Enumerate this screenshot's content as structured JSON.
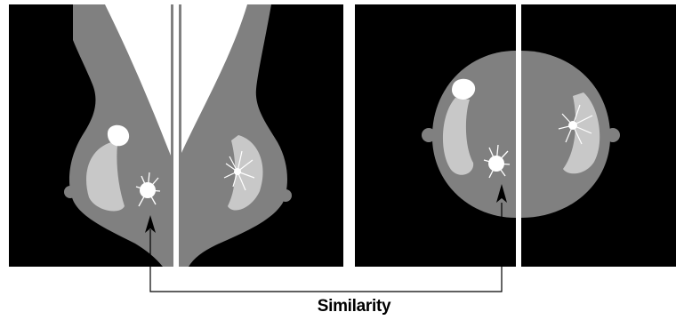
{
  "caption": "Similarity",
  "colors": {
    "background": "#ffffff",
    "panel": "#000000",
    "tissue": "#808080",
    "pectoral": "#ffffff",
    "gland": "#c8c8c8",
    "lesion": "#ffffff",
    "connector": "#000000"
  },
  "views": [
    {
      "name": "mlo-view-pair",
      "images": [
        "mlo-left",
        "mlo-right"
      ]
    },
    {
      "name": "cc-view-pair",
      "images": [
        "cc-left",
        "cc-right"
      ]
    }
  ]
}
